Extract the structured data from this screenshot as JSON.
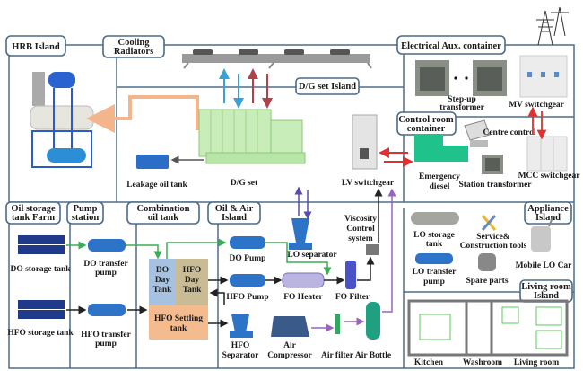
{
  "title": "Power plant container layout diagram",
  "colors": {
    "zone_line": "#4f6d8c",
    "exhaust_arrow": "#f2b58c",
    "coolant_blue": "#3ba0d6",
    "coolant_red": "#b0424a",
    "do_line": "#3aad55",
    "hfo_line": "#222222",
    "air_line": "#9a63c0",
    "lo_line": "#5a4bb0",
    "power_red": "#e03030",
    "do_tank": "#a7c1e0",
    "hfo_tank": "#c9bb94",
    "settling_tank": "#f4bb8e",
    "engine_green": "#b8e6a8",
    "emergency_green": "#1fc28a"
  },
  "zones": {
    "hrb": "HRB Island",
    "cooling": [
      "Cooling",
      "Radiators"
    ],
    "dg": "D/G set Island",
    "electrical": "Electrical Aux. container",
    "control": [
      "Control room",
      "container"
    ],
    "oil_storage": [
      "Oil storage",
      "tank Farm"
    ],
    "pump_station": [
      "Pump",
      "station"
    ],
    "combination": [
      "Combination",
      "oil tank"
    ],
    "oil_air": [
      "Oil & Air",
      "Island"
    ],
    "appliance": [
      "Appliance",
      "Island"
    ],
    "living": [
      "Living room",
      "Island"
    ]
  },
  "components": {
    "leakage_tank": "Leakage oil tank",
    "dg_set": "D/G set",
    "lv_switchgear": "LV switchgear",
    "stepup": [
      "Step-up",
      "transformer"
    ],
    "mv_switchgear": "MV switchgear",
    "centre_control": "Centre control",
    "emergency_diesel": [
      "Emergency",
      "diesel"
    ],
    "station_transformer": "Station transformer",
    "mcc_switchgear": "MCC switchgear",
    "do_storage": "DO storage tank",
    "hfo_storage": "HFO storage tank",
    "do_transfer": [
      "DO transfer",
      "pump"
    ],
    "hfo_transfer": [
      "HFO transfer",
      "pump"
    ],
    "do_day": [
      "DO",
      "Day",
      "Tank"
    ],
    "hfo_day": [
      "HFO",
      "Day",
      "Tank"
    ],
    "hfo_settling": [
      "HFO Settling",
      "tank"
    ],
    "do_pump": "DO Pump",
    "hfo_pump": "HFO Pump",
    "lo_separator": "LO separator",
    "viscosity": [
      "Viscosity",
      "Control",
      "system"
    ],
    "fo_heater": "FO Heater",
    "fo_filter": "FO Filter",
    "hfo_separator": [
      "HFO",
      "Separator"
    ],
    "air_compressor": [
      "Air",
      "Compressor"
    ],
    "air_filter": "Air filter",
    "air_bottle": "Air Bottle",
    "lo_storage": [
      "LO storage",
      "tank"
    ],
    "lo_transfer": [
      "LO transfer",
      "pump"
    ],
    "tools": [
      "Service&",
      "Construction tools"
    ],
    "spare_parts": "Spare parts",
    "mobile_lo": "Mobile LO Car",
    "kitchen": "Kitchen",
    "washroom": "Washroom",
    "living_room": "Living room"
  }
}
